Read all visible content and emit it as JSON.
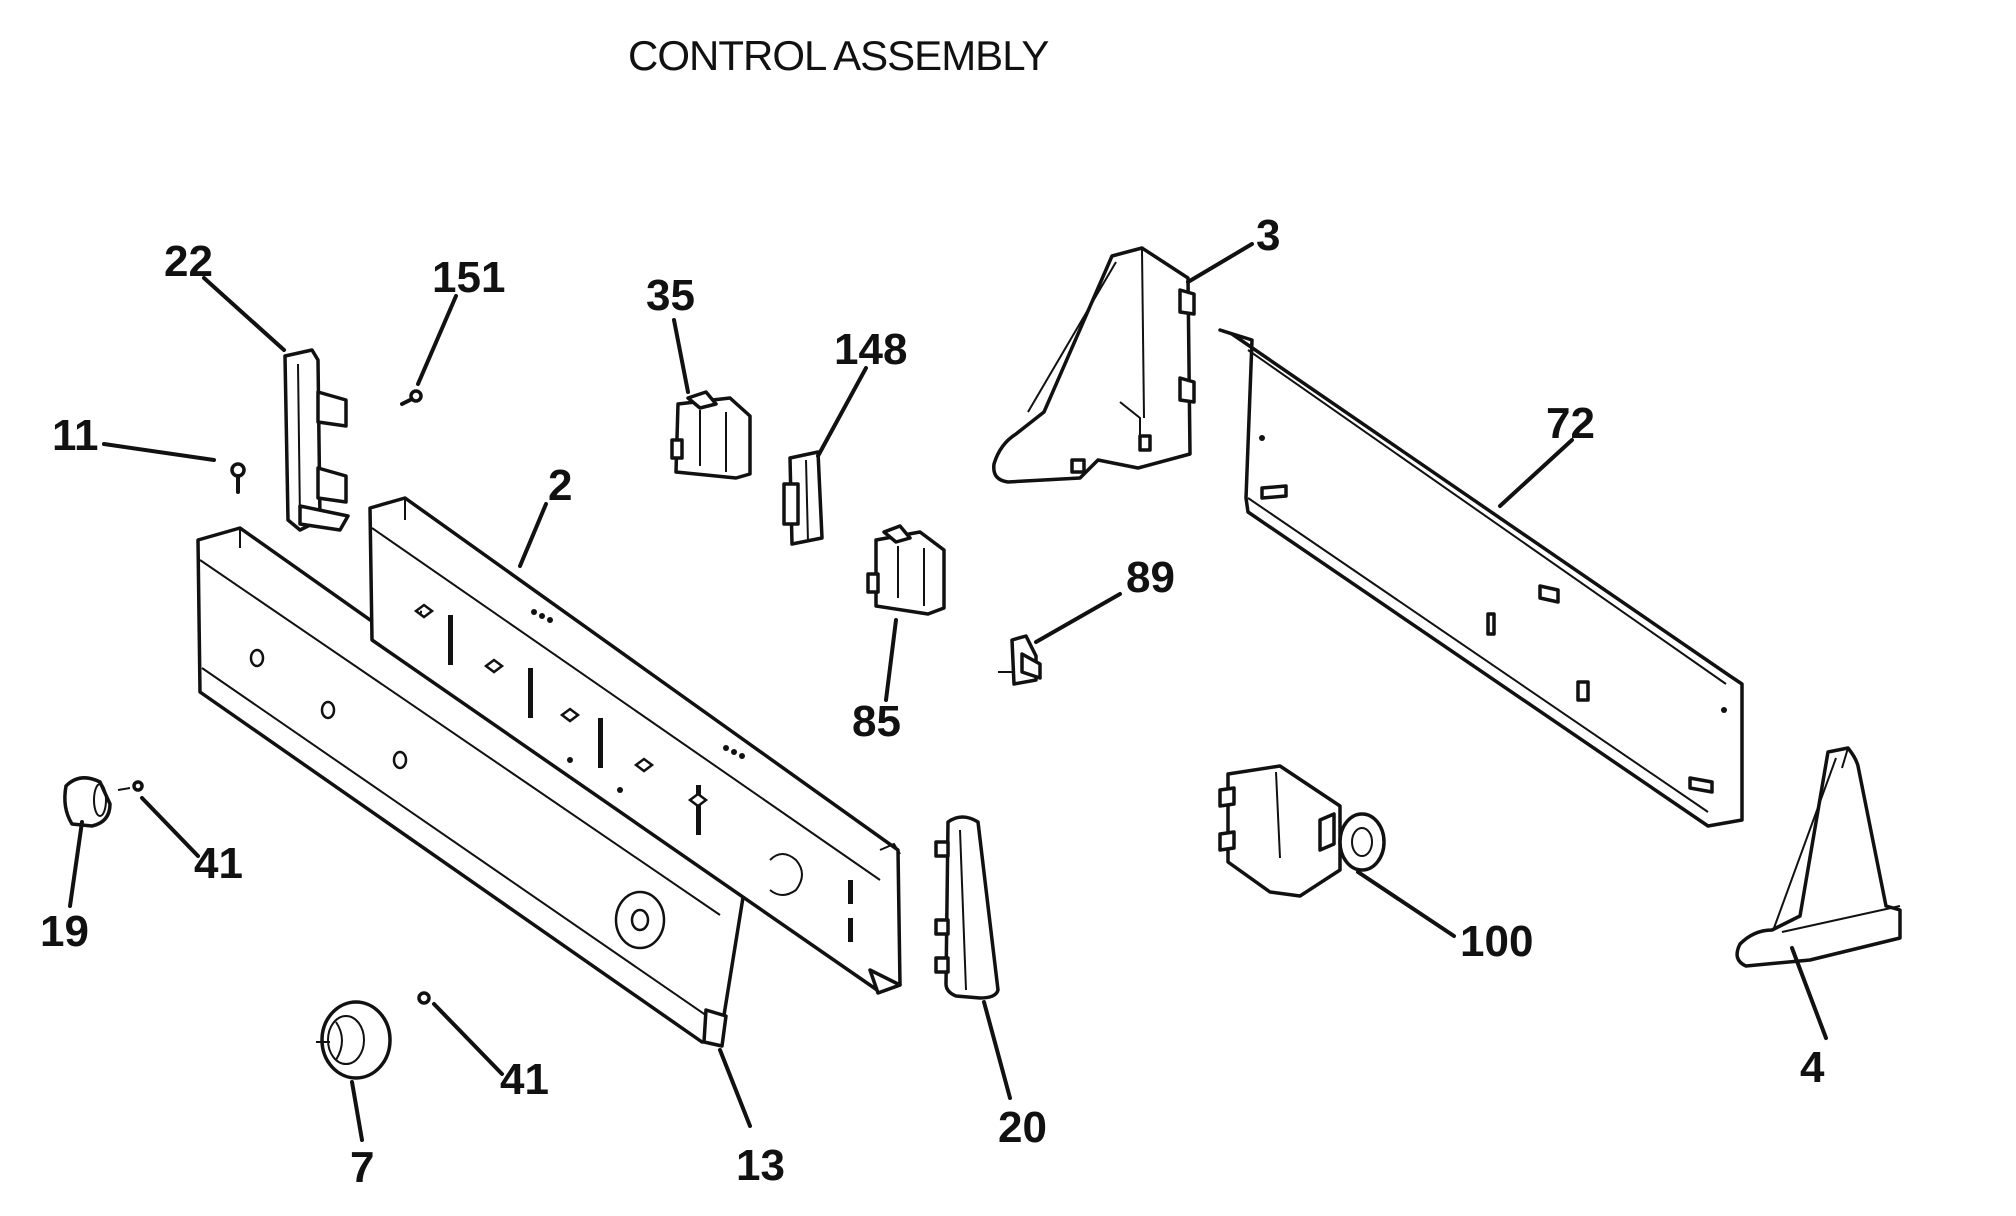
{
  "diagram": {
    "title": "CONTROL ASSEMBLY",
    "labels": {
      "l2": "2",
      "l3": "3",
      "l4": "4",
      "l7": "7",
      "l11": "11",
      "l13": "13",
      "l19": "19",
      "l20": "20",
      "l22": "22",
      "l35": "35",
      "l41a": "41",
      "l41b": "41",
      "l72": "72",
      "l85": "85",
      "l89": "89",
      "l100": "100",
      "l148": "148",
      "l151": "151"
    }
  }
}
